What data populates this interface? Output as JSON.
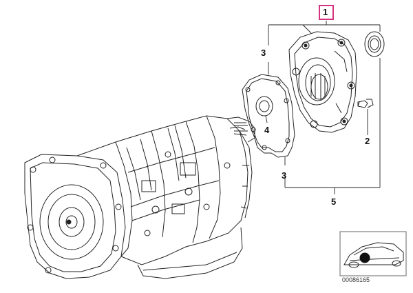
{
  "diagram": {
    "callouts": {
      "part_1": "1",
      "part_2": "2",
      "part_3_upper": "3",
      "part_3_lower": "3",
      "part_4": "4",
      "part_5": "5"
    },
    "reference_code": "00086165",
    "highlight_color": "#d6337f",
    "line_color": "#222222"
  }
}
